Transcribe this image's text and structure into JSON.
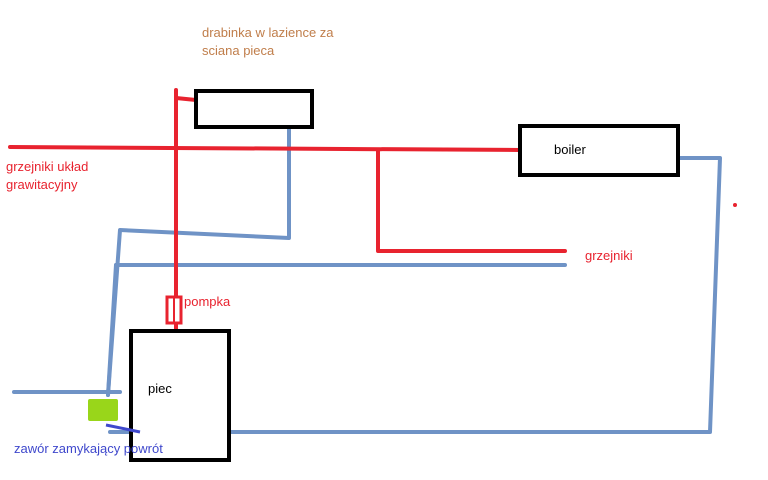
{
  "labels": {
    "ladder": [
      "drabinka w lazience za",
      "sciana pieca"
    ],
    "gravity_radiators": [
      "grzejniki układ",
      "grawitacyjny"
    ],
    "boiler": "boiler",
    "radiators": "grzejniki",
    "pump": "pompka",
    "stove": "piec",
    "return_valve": "zawór zamykający powrót"
  },
  "colors": {
    "supply_pipe": "#e8232f",
    "return_pipe": "#6f93c6",
    "box_outline": "#000000",
    "ladder_text": "#c07e4b",
    "red_text": "#e8232f",
    "valve_text": "#3f48cc",
    "valve_fill": "#99d61a"
  }
}
